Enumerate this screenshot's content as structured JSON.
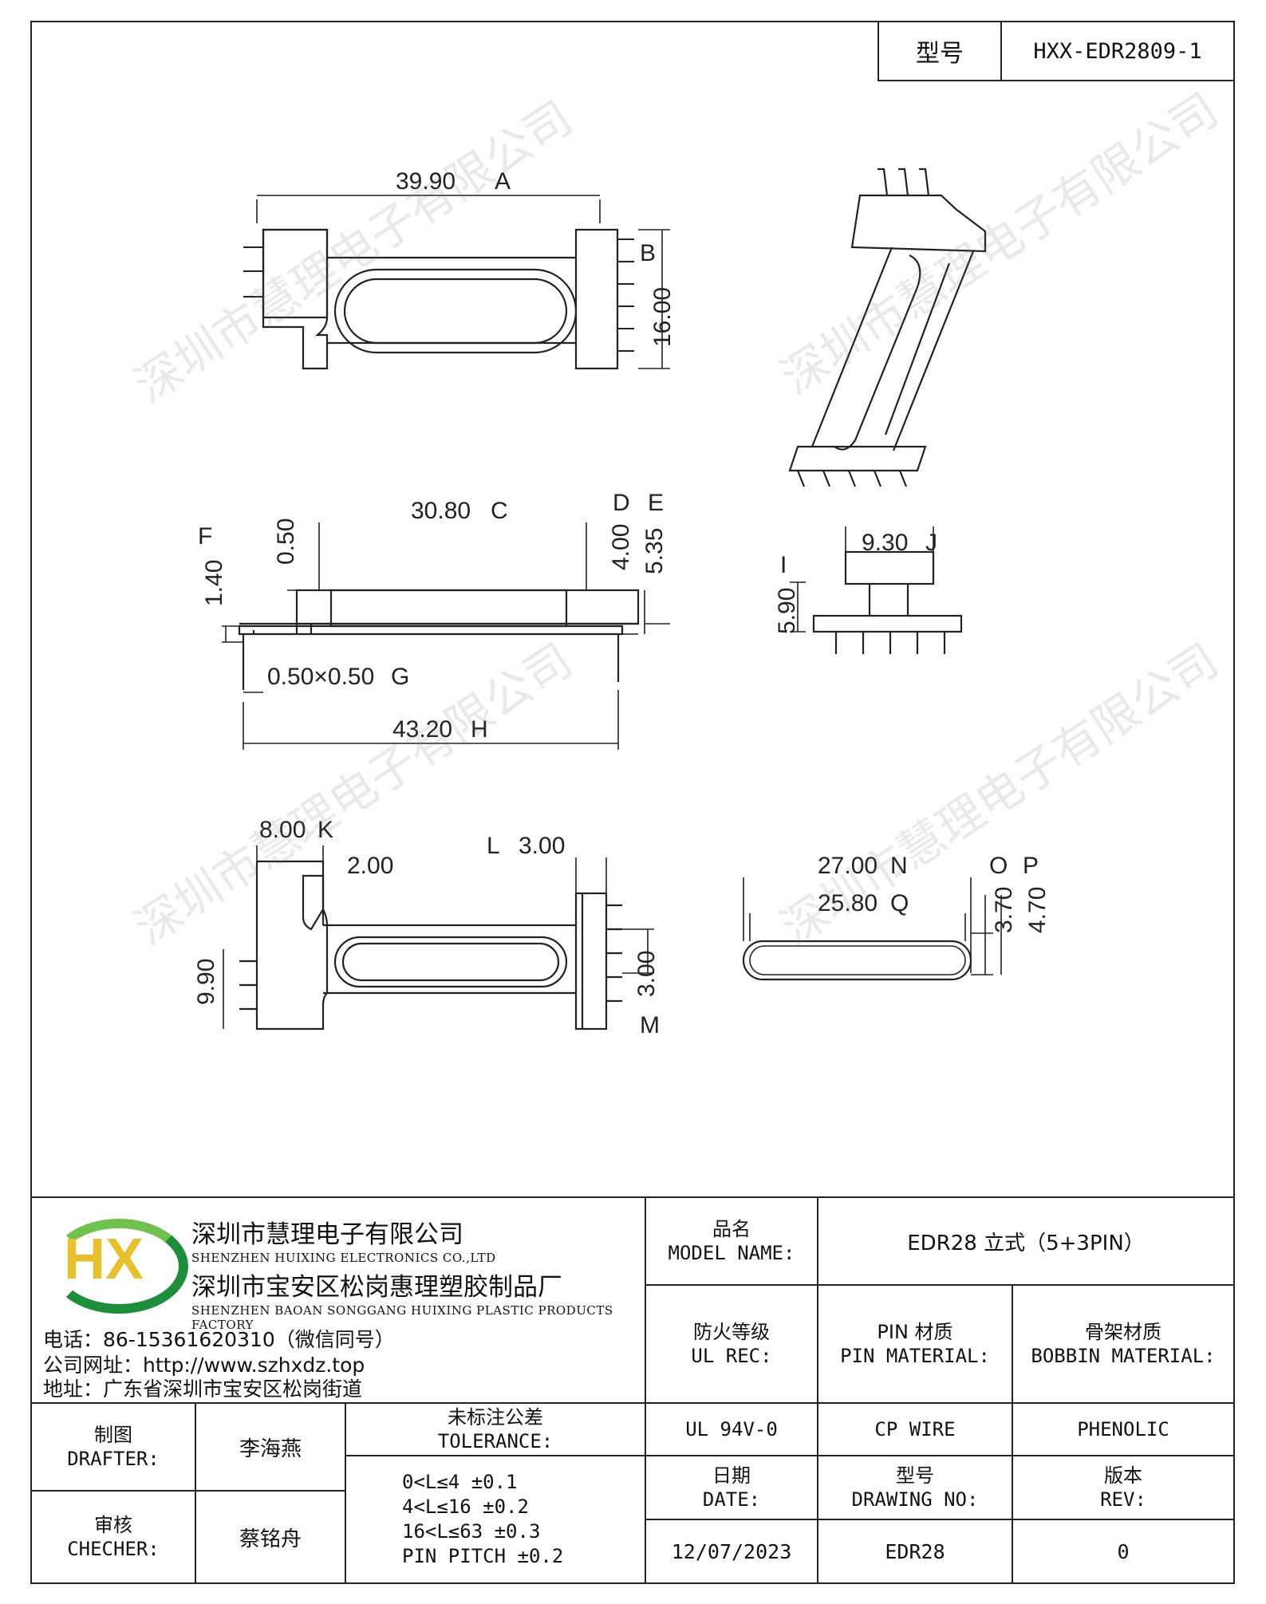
{
  "header": {
    "model_label": "型号",
    "model_value": "HXX-EDR2809-1"
  },
  "dimensions": {
    "A": "39.90",
    "B": "16.00",
    "C": "30.80",
    "D": "4.00",
    "E": "5.35",
    "F": "1.40",
    "F2": "0.50",
    "G": "0.50×0.50",
    "H": "43.20",
    "I": "5.90",
    "J": "9.30",
    "K": "8.00",
    "K2": "2.00",
    "L": "3.00",
    "M": "3.00",
    "K3": "9.90",
    "N": "27.00",
    "Q": "25.80",
    "O": "3.70",
    "P": "4.70"
  },
  "dimension_letters": [
    "A",
    "B",
    "C",
    "D",
    "E",
    "F",
    "G",
    "H",
    "I",
    "J",
    "K",
    "L",
    "M",
    "N",
    "O",
    "P",
    "Q"
  ],
  "watermark": "深圳市慧理电子有限公司",
  "company": {
    "name_cn": "深圳市慧理电子有限公司",
    "name_en": "SHENZHEN HUIXING ELECTRONICS CO.,LTD",
    "factory_cn": "深圳市宝安区松岗惠理塑胶制品厂",
    "factory_en": "SHENZHEN BAOAN SONGGANG HUIXING PLASTIC PRODUCTS FACTORY",
    "phone": "电话：86-15361620310（微信同号）",
    "website": "公司网址：http://www.szhxdz.top",
    "address": "地址：广东省深圳市宝安区松岗街道",
    "logo_text": "HX"
  },
  "title_block": {
    "model_name_cn": "品名",
    "model_name_en": "MODEL NAME:",
    "model_name_value": "EDR28 立式（5+3PIN）",
    "ul_cn": "防火等级",
    "ul_en": "UL REC:",
    "pin_cn": "PIN 材质",
    "pin_en": "PIN MATERIAL:",
    "bobbin_cn": "骨架材质",
    "bobbin_en": "BOBBIN MATERIAL:",
    "ul_value": "UL 94V-0",
    "pin_value": "CP WIRE",
    "bobbin_value": "PHENOLIC",
    "drafter_cn": "制图",
    "drafter_en": "DRAFTER:",
    "drafter_value": "李海燕",
    "checker_cn": "审核",
    "checker_en": "CHECHER:",
    "checker_value": "蔡铭舟",
    "tolerance_cn": "未标注公差",
    "tolerance_en": "TOLERANCE:",
    "tolerances": [
      "0<L≤4  ±0.1",
      "4<L≤16  ±0.2",
      "16<L≤63  ±0.3",
      "PIN PITCH  ±0.2"
    ],
    "date_cn": "日期",
    "date_en": "DATE:",
    "date_value": "12/07/2023",
    "drawing_cn": "型号",
    "drawing_en": "DRAWING NO:",
    "drawing_value": "EDR28",
    "rev_cn": "版本",
    "rev_en": "REV:",
    "rev_value": "0"
  }
}
